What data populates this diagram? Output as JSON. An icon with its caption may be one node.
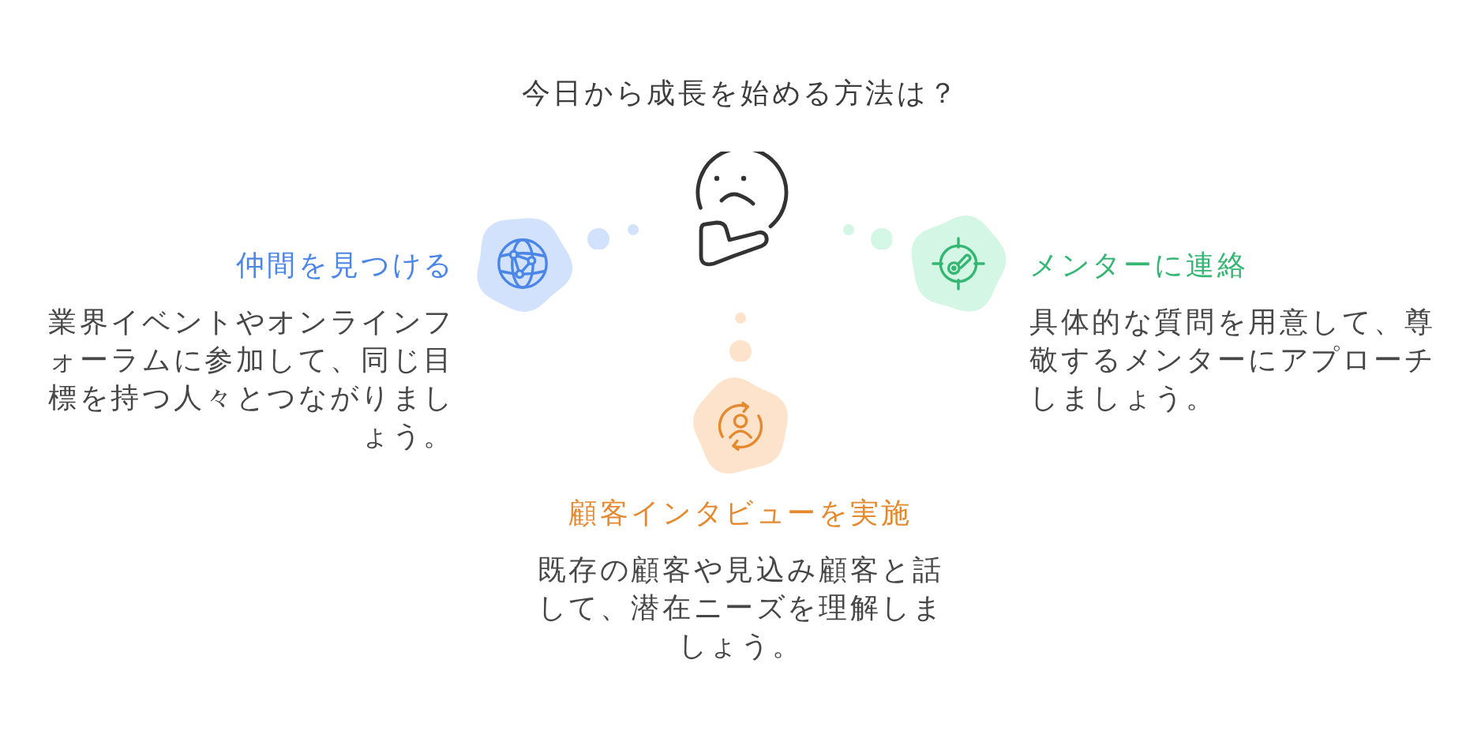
{
  "diagram": {
    "title": "今日から成長を始める方法は？",
    "nodes": [
      {
        "text": [
          "仲間を見つける",
          "業界イベントやオンラインフォーラムに参加して、同じ目標を持つ人々とつながりましょう。"
        ]
      },
      {
        "text": [
          "メンターに連絡",
          "具体的な質問を用意して、尊敬するメンターにアプローチしましょう。"
        ]
      },
      {
        "text": [
          "顧客インタビューを実施",
          "既存の顧客や見込み顧客と話して、潜在ニーズを理解しましょう。"
        ]
      }
    ]
  }
}
